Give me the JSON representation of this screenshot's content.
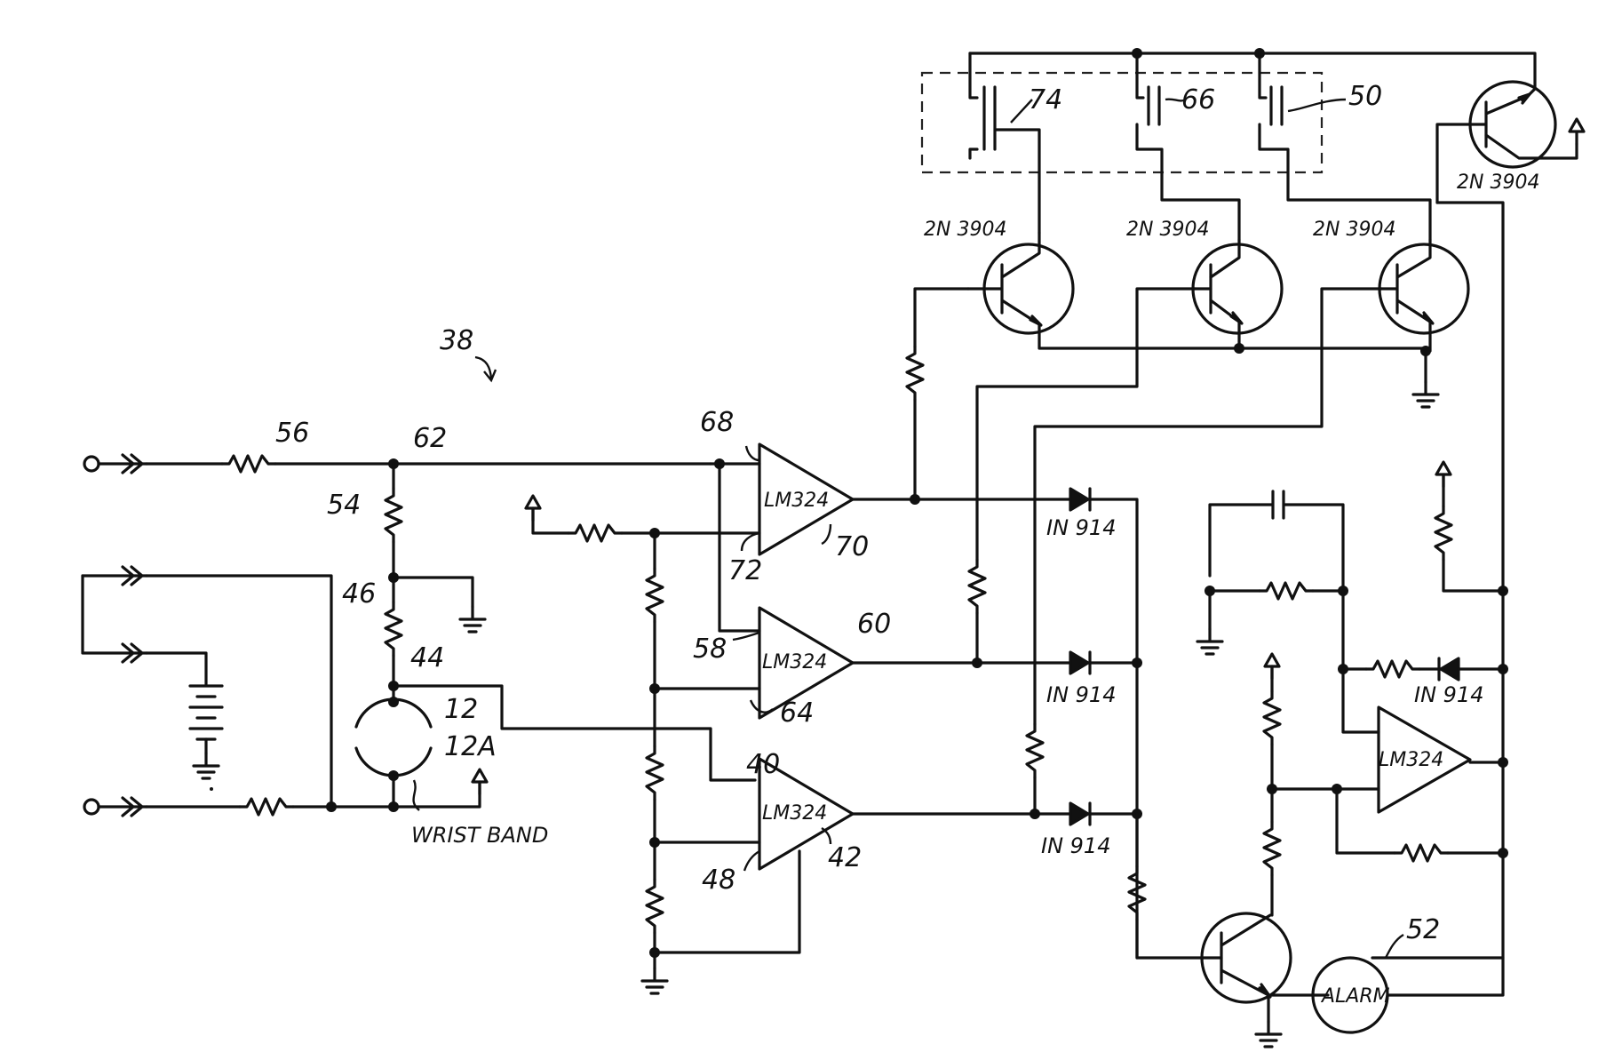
{
  "figure": {
    "circuit_ref": "38",
    "labels": {
      "r56": "56",
      "node62": "62",
      "r54": "54",
      "r46": "46",
      "node44": "44",
      "sensor12": "12",
      "sensor12a": "12A",
      "wrist_band": "WRIST BAND",
      "ref68": "68",
      "ref72": "72",
      "ref70": "70",
      "ref58": "58",
      "ref60": "60",
      "ref64": "64",
      "ref40": "40",
      "ref42": "42",
      "ref48": "48",
      "ref74": "74",
      "ref66": "66",
      "ref50": "50",
      "ref52": "52",
      "alarm": "ALARM"
    },
    "opamp_part": "LM324",
    "transistor_part": "2N 3904",
    "diode_part": "IN 914"
  }
}
